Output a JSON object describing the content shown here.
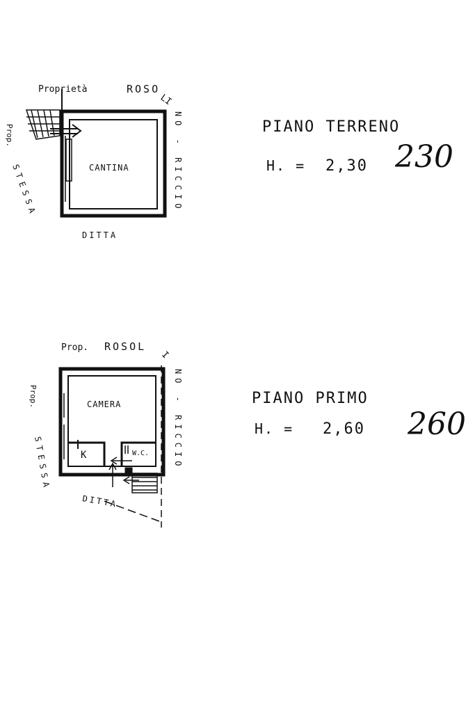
{
  "plan_ground": {
    "owner_top": "Proprietà",
    "owner_name": "ROSOLINO - RICCIO",
    "owner_left": "Prop. STESSA",
    "owner_bottom": "DITTA",
    "room": "CANTINA"
  },
  "label_ground": {
    "title": "PIANO TERRENO",
    "height_label": "H. =",
    "height_value": "2,30",
    "handwritten": "230"
  },
  "plan_first": {
    "owner_top": "Prop.",
    "owner_name": "ROSOLINO - RICCIO",
    "owner_left": "Prop. STESSA",
    "owner_bottom": "DITTA",
    "room_main": "CAMERA",
    "room_k": "K",
    "room_wc": "W.C."
  },
  "label_first": {
    "title": "PIANO PRIMO",
    "height_label": "H. =",
    "height_value": "2,60",
    "handwritten": "260"
  }
}
